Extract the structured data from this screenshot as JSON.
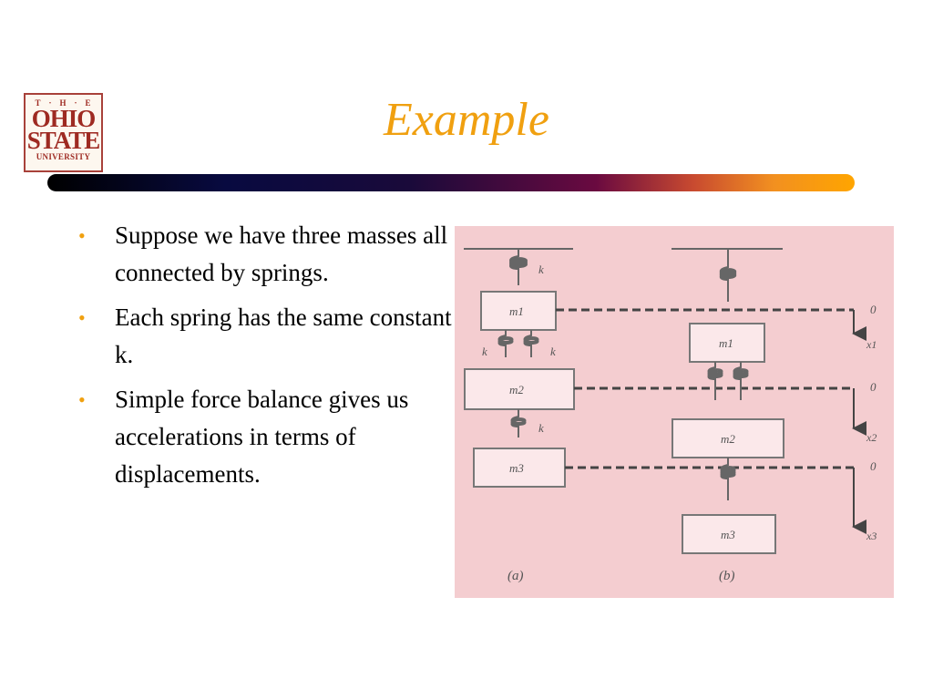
{
  "logo": {
    "line1": "T·H·E",
    "line2": "OHIO",
    "line3": "STATE",
    "line4": "UNIVERSITY"
  },
  "title": "Example",
  "bullets": [
    "Suppose we have three masses all connected by springs.",
    "Each spring has the  same constant k.",
    "Simple force balance gives us accelerations in terms of displacements."
  ],
  "figure": {
    "spring_label": "k",
    "masses_a": [
      "m1",
      "m2",
      "m3"
    ],
    "masses_b": [
      "m1",
      "m2",
      "m3"
    ],
    "zero_label": "0",
    "displacements": [
      "x1",
      "x2",
      "x3"
    ],
    "caption_a": "(a)",
    "caption_b": "(b)"
  }
}
